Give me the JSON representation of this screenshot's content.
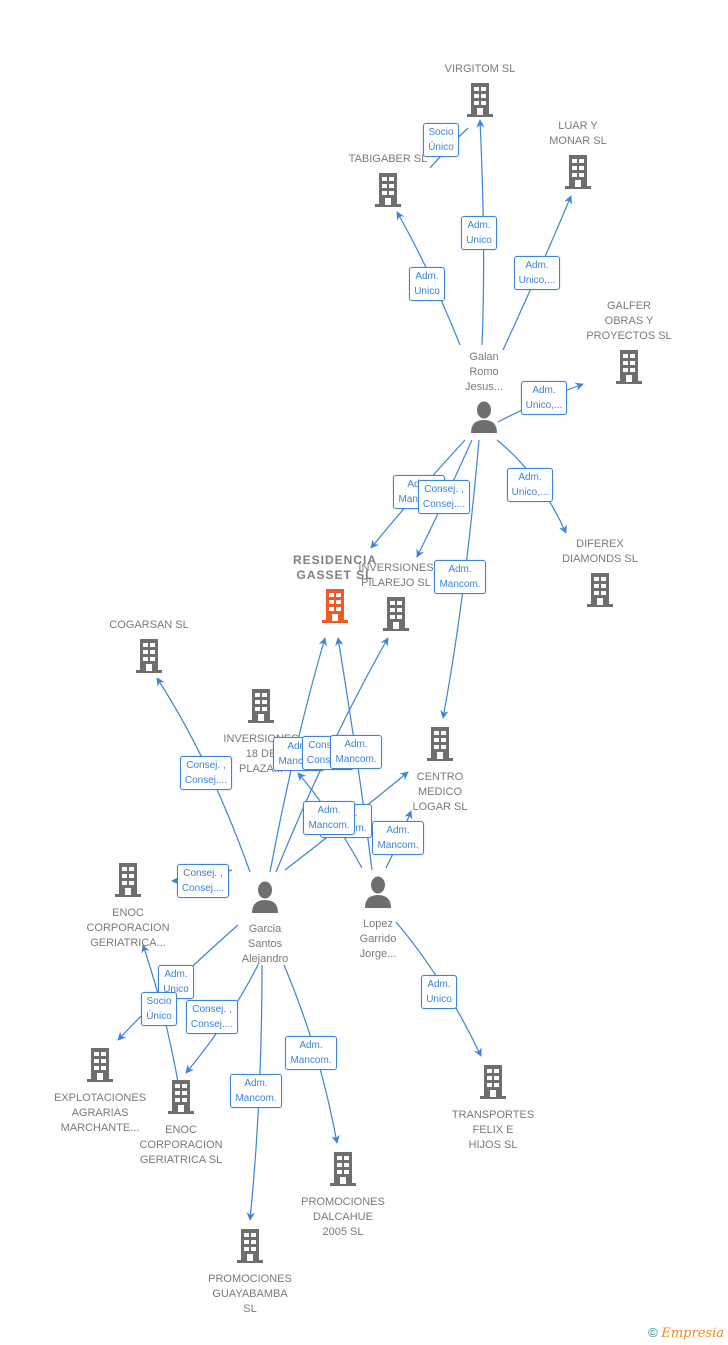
{
  "colors": {
    "edge": "#3c84d8",
    "node": "#6e6e6e",
    "main_node": "#f05a28"
  },
  "nodes": [
    {
      "id": "virgitom",
      "type": "company",
      "label": "VIRGITOM  SL"
    },
    {
      "id": "tabigaber",
      "type": "company",
      "label": "TABIGABER SL"
    },
    {
      "id": "luar",
      "type": "company",
      "label": "LUAR Y\nMONAR  SL"
    },
    {
      "id": "galfer",
      "type": "company",
      "label": "GALFER\nOBRAS Y\nPROYECTOS SL"
    },
    {
      "id": "galan",
      "type": "person",
      "label": "Galan\nRomo\nJesus..."
    },
    {
      "id": "diferex",
      "type": "company",
      "label": "DIFEREX\nDIAMONDS  SL"
    },
    {
      "id": "residencia",
      "type": "main",
      "label": "RESIDENCIA\nGASSET  SL"
    },
    {
      "id": "pilarejo",
      "type": "company",
      "label": "INVERSIONES\nPILAREJO  SL"
    },
    {
      "id": "cogarsan",
      "type": "company",
      "label": "COGARSAN SL"
    },
    {
      "id": "inv18",
      "type": "company",
      "label": "INVERSIONES\n18 DE\nPLAZA..."
    },
    {
      "id": "centro",
      "type": "company",
      "label": "CENTRO\nMEDICO\nLOGAR  SL"
    },
    {
      "id": "enoc1",
      "type": "company",
      "label": "ENOC\nCORPORACION\nGERIATRICA..."
    },
    {
      "id": "garcia",
      "type": "person",
      "label": "Garcia\nSantos\nAlejandro"
    },
    {
      "id": "lopez",
      "type": "person",
      "label": "Lopez\nGarrido\nJorge..."
    },
    {
      "id": "explot",
      "type": "company",
      "label": "EXPLOTACIONES\nAGRARIAS\nMARCHANTE..."
    },
    {
      "id": "enoc2",
      "type": "company",
      "label": "ENOC\nCORPORACION\nGERIATRICA SL"
    },
    {
      "id": "transportes",
      "type": "company",
      "label": "TRANSPORTES\nFELIX E\nHIJOS SL"
    },
    {
      "id": "dalcahue",
      "type": "company",
      "label": "PROMOCIONES\nDALCAHUE\n2005  SL"
    },
    {
      "id": "guayabamba",
      "type": "company",
      "label": "PROMOCIONES\nGUAYABAMBA\nSL"
    }
  ],
  "edges": [
    {
      "from": "galan",
      "to": "virgitom",
      "label": "Adm.\nUnico"
    },
    {
      "from": "galan",
      "to": "tabigaber",
      "label": "Adm.\nUnico"
    },
    {
      "from": "galan",
      "to": "luar",
      "label": "Adm.\nUnico,..."
    },
    {
      "from": "galan",
      "to": "galfer",
      "label": "Adm.\nUnico,..."
    },
    {
      "from": "galan",
      "to": "diferex",
      "label": "Adm.\nUnico,..."
    },
    {
      "from": "galan",
      "to": "residencia",
      "label": "Adm.\nMancom."
    },
    {
      "from": "galan",
      "to": "pilarejo",
      "label": "Consej. ,\nConsej...."
    },
    {
      "from": "galan",
      "to": "centro",
      "label": "Adm.\nMancom."
    },
    {
      "from": "garcia",
      "to": "cogarsan",
      "label": "Consej. ,\nConsej...."
    },
    {
      "from": "garcia",
      "to": "residencia",
      "label": "Adm.\nMancom."
    },
    {
      "from": "garcia",
      "to": "pilarejo",
      "label": "Consej. ,\nConsej...."
    },
    {
      "from": "garcia",
      "to": "centro",
      "label": "Adm.\nMancom."
    },
    {
      "from": "garcia",
      "to": "enoc1",
      "label": "Consej. ,\nConsej...."
    },
    {
      "from": "garcia",
      "to": "explot",
      "label": "Adm.\nUnico"
    },
    {
      "from": "enoc2",
      "to": "enoc1",
      "label": "Socio\nÚnico"
    },
    {
      "from": "garcia",
      "to": "enoc2",
      "label": "Consej. ,\nConsej...."
    },
    {
      "from": "garcia",
      "to": "guayabamba",
      "label": "Adm.\nMancom."
    },
    {
      "from": "garcia",
      "to": "dalcahue",
      "label": "Adm.\nMancom."
    },
    {
      "from": "lopez",
      "to": "residencia",
      "label": "Adm.\nMancom."
    },
    {
      "from": "lopez",
      "to": "inv18",
      "label": "Adm.\nMancom."
    },
    {
      "from": "lopez",
      "to": "centro",
      "label": "Adm.\nMancom."
    },
    {
      "from": "lopez",
      "to": "transportes",
      "label": "Adm.\nUnico"
    },
    {
      "from": "tabigaber",
      "to": "virgitom",
      "label": "Socio\nÚnico"
    }
  ],
  "footer": {
    "copyright": "©",
    "brand": "Empresia"
  }
}
